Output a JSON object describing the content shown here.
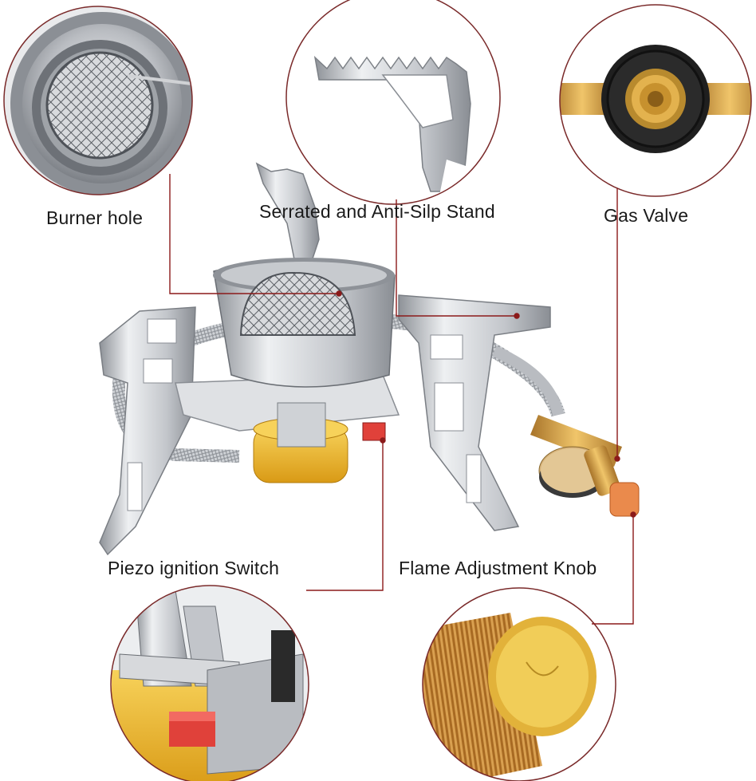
{
  "labels": {
    "burner_hole": "Burner hole",
    "stand": "Serrated and Anti-Silp Stand",
    "gas_valve": "Gas Valve",
    "piezo": "Piezo ignition Switch",
    "knob": "Flame Adjustment Knob"
  },
  "colors": {
    "callout_line": "#8b1a1a",
    "circle_border": "#7a2a2a",
    "steel": "#c9ccd0",
    "brass": "#c99a3c",
    "gold": "#e8b22a",
    "orange_knob": "#e8874a",
    "red_switch": "#d9322a"
  },
  "icons": [
    "burner-mesh-image",
    "stand-serrated-image",
    "gas-valve-image",
    "piezo-switch-image",
    "knob-image",
    "stove-image"
  ]
}
